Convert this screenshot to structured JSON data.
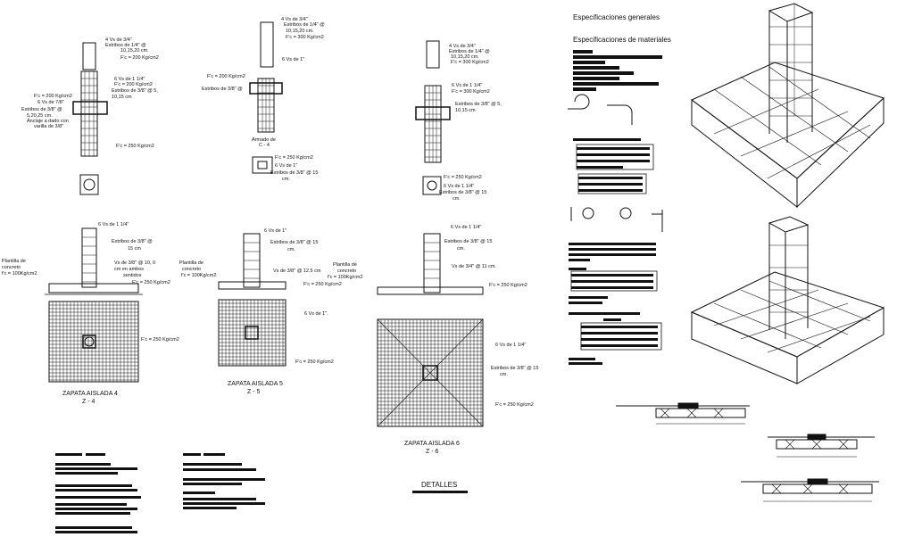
{
  "sheet": {
    "headings": {
      "spec_general": "Especificaciones generales",
      "spec_materials": "Especificaciones de materiales",
      "details": "DETALLES"
    },
    "footings": [
      {
        "title": "ZAPATA AISLADA 4",
        "code": "Z - 4"
      },
      {
        "title": "ZAPATA AISLADA 5",
        "code": "Z - 5"
      },
      {
        "title": "ZAPATA AISLADA 6",
        "code": "Z - 6"
      }
    ],
    "column_labels": {
      "c1_a": "4 Vs de 3/4\"",
      "c1_b": "Estribos de 1/4\" @",
      "c1_c": "10,15,20 cm.",
      "c1_d": "F'c = 200 Kg/cm2",
      "c1_e": "6 Vs de 1 1/4\"",
      "c1_f": "F'c = 200 Kg/cm2",
      "c1_g": "Estribos de 3/8\" @ 5,",
      "c1_h": "10,15 cm",
      "c1_i": "F'c = 200 Kg/cm2",
      "c1_j": "6 Vs de 7/8\"",
      "c1_k": "Estribos de 3/8\" @",
      "c1_l": "5,20,25 cm.",
      "c1_m": "Anclaje a dado con",
      "c1_n": "varilla de 3/8\"",
      "c1_o": "F'c = 250 Kg/cm2",
      "c2_a": "4 Vs de 3/4\"",
      "c2_b": "Estribos de 1/4\" @",
      "c2_c": "10,15,20 cm.",
      "c2_d": "F'c = 300 Kg/cm2",
      "c2_e": "6 Vs de 1\"",
      "c2_f": "F'c = 200 Kg/cm2",
      "c2_g": "Estribos de 3/8\" @",
      "c2_h": "Armado de",
      "c2_i": "C - 4",
      "c2_j": "F'c = 250 Kg/cm2",
      "c2_k": "6 Vs de 1\"",
      "c2_l": "Estribos de 3/8\" @ 15",
      "c2_m": "cm.",
      "c3_a": "4 Vs de 3/4\"",
      "c3_b": "Estribos de 1/4\" @",
      "c3_c": "10,15,20 cm.",
      "c3_d": "F'c = 300 Kg/cm2",
      "c3_e": "6 Vs de 1 1/4\"",
      "c3_f": "F'c = 300 Kg/cm2",
      "c3_g": "Estribos de 3/8\" @ 5,",
      "c3_h": "10,15 cm",
      "c3_i": "F'c = 250 Kg/cm2",
      "c3_j": "6 Vs de 1 1/4\"",
      "c3_k": "Estribos de 3/8\" @ 15",
      "c3_l": "cm."
    },
    "footing_labels": {
      "f4_a": "6 Vs de 1 1/4\"",
      "f4_b": "Estribos de 3/8\" @",
      "f4_c": "15 cm",
      "f4_d": "Vs de 3/8\" @ 10, 0",
      "f4_e": "cm en ambos",
      "f4_f": "sentidos",
      "f4_g": "Plantilla de",
      "f4_h": "concreto",
      "f4_i": "f'c = 100Kg/cm2",
      "f4_j": "F'c = 250 Kg/cm2",
      "f4_k": "F'c = 250 Kg/cm2",
      "f5_a": "6 Vs de 1\"",
      "f5_b": "Estribos de 3/8\" @ 15",
      "f5_c": "cm.",
      "f5_d": "Vs de 3/8\" @ 12.5 cm",
      "f5_e": "Plantilla de",
      "f5_f": "concreto",
      "f5_g": "f'c = 100Kg/cm2",
      "f5_h": "F'c = 250 Kg/cm2",
      "f5_i": "6 Vs de 1\".",
      "f5_j": "F'c = 250 Kg/cm2",
      "f6_a": "6 Vs de 1 1/4\"",
      "f6_b": "Estribos de 3/8\" @ 15",
      "f6_c": "cm.",
      "f6_d": "Vs de 3/4\" @ 11 cm.",
      "f6_e": "Plantilla de",
      "f6_f": "concreto",
      "f6_g": "f'c = 100Kg/cm2",
      "f6_h": "F'c = 250 Kg/cm2",
      "f6_i": "6 Vs de 1 1/4\"",
      "f6_j": "Estribos de 3/8\" @ 15",
      "f6_k": "cm.",
      "f6_l": "F'c = 250 Kg/cm2"
    }
  }
}
